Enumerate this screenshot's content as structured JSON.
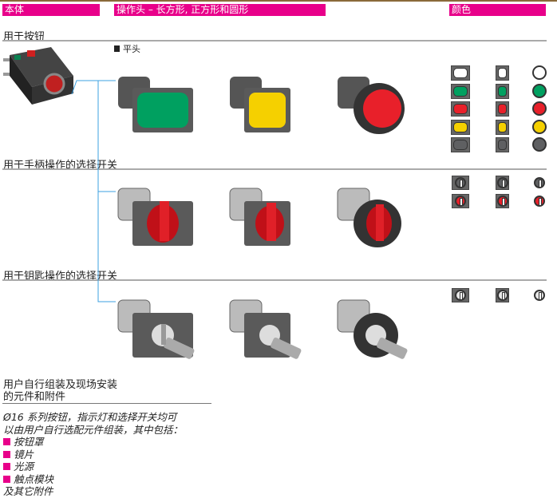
{
  "header": {
    "body": "本体",
    "operator": "操作头 – 长方形, 正方形和圆形",
    "color": "颜色"
  },
  "sections": {
    "pushbutton": "用于按钮",
    "flush_label": "平头",
    "handle_selector": "用于手柄操作的选择开关",
    "key_selector": "用于钥匙操作的选择开关",
    "assembly_title_1": "用户自行组装及现场安装",
    "assembly_title_2": "的元件和附件"
  },
  "description": {
    "line1": "Ø16 系列按钮，指示灯和选择开关均可",
    "line2": "以由用户自行选配元件组装，其中包括：",
    "items": [
      "按钮罩",
      "镜片",
      "光源",
      "触点模块"
    ],
    "footer": "及其它附件"
  },
  "colors": {
    "accent": "#e8008a",
    "white": "#ffffff",
    "green": "#00a060",
    "red": "#e8202a",
    "yellow": "#f5d000",
    "grey": "#5f6062",
    "connector": "#3ea0e0"
  }
}
